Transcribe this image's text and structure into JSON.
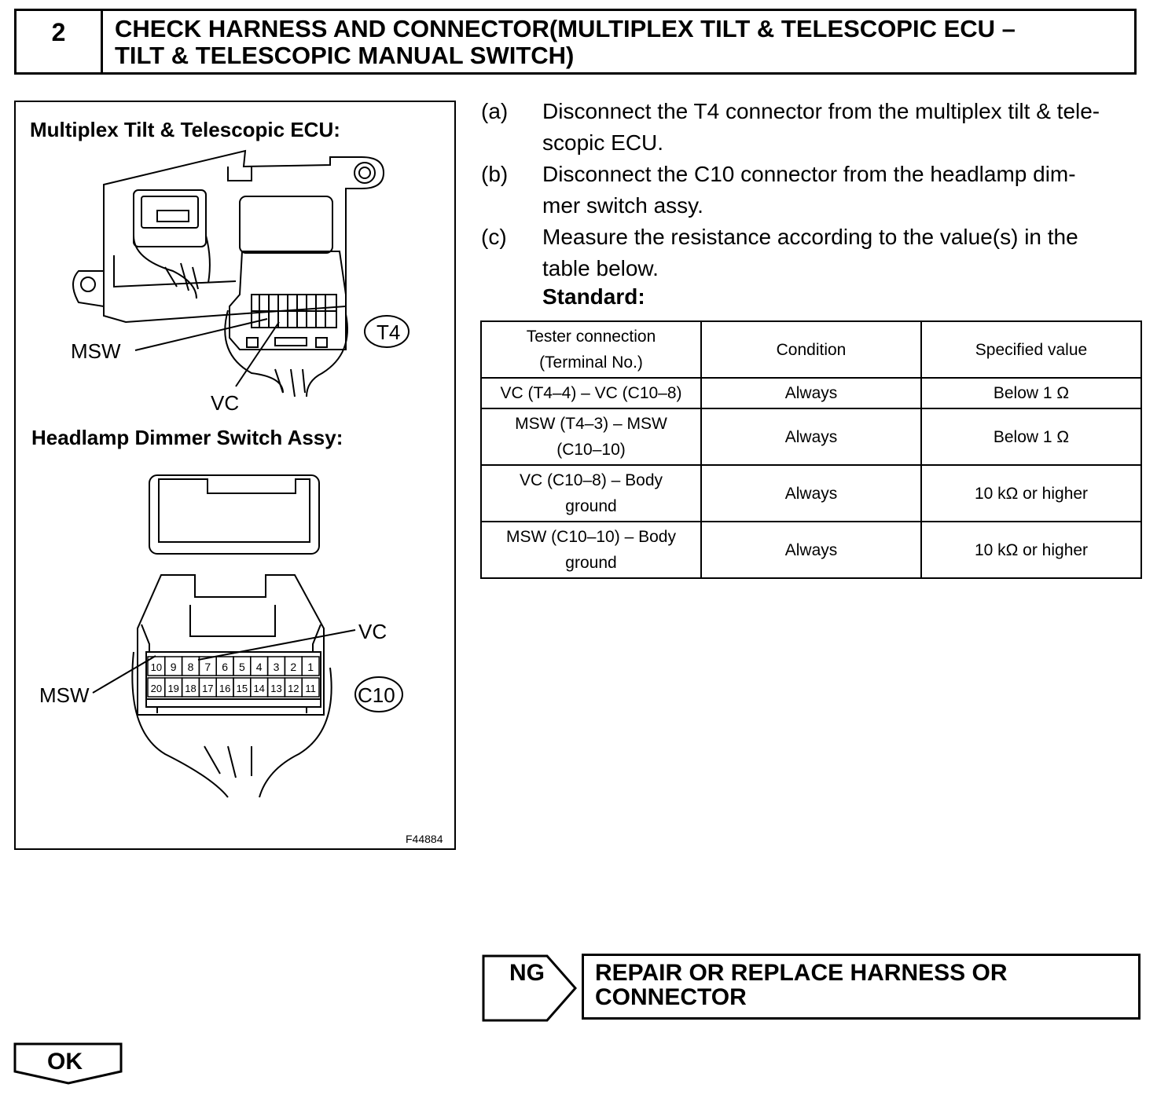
{
  "header": {
    "step_number": "2",
    "title_line1": "CHECK HARNESS AND CONNECTOR(MULTIPLEX TILT & TELESCOPIC ECU –",
    "title_line2": "TILT & TELESCOPIC MANUAL SWITCH)"
  },
  "figure": {
    "ecu_heading": "Multiplex Tilt & Telescopic ECU:",
    "msw_label_top": "MSW",
    "vc_label_top": "VC",
    "t4_label": "T4",
    "dimmer_heading": "Headlamp Dimmer Switch Assy:",
    "vc_label_bottom": "VC",
    "msw_label_bottom": "MSW",
    "c10_label": "C10",
    "pins_top": [
      "10",
      "9",
      "8",
      "7",
      "6",
      "5",
      "4",
      "3",
      "2",
      "1"
    ],
    "pins_bottom": [
      "20",
      "19",
      "18",
      "17",
      "16",
      "15",
      "14",
      "13",
      "12",
      "11"
    ],
    "figure_code": "F44884"
  },
  "steps": [
    {
      "letter": "(a)",
      "line1": "Disconnect the T4 connector from the multiplex tilt & tele-",
      "line2": "scopic ECU."
    },
    {
      "letter": "(b)",
      "line1": "Disconnect the C10 connector from the headlamp dim-",
      "line2": "mer switch assy."
    },
    {
      "letter": "(c)",
      "line1": "Measure the resistance according to the value(s) in the",
      "line2": "table below."
    }
  ],
  "standard_label": "Standard:",
  "table": {
    "headers": {
      "h1a": "Tester connection",
      "h1b": "(Terminal No.)",
      "h2": "Condition",
      "h3": "Specified value"
    },
    "rows": [
      {
        "conn_a": "VC (T4–4) – VC (C10–8)",
        "conn_b": "",
        "condition": "Always",
        "value": "Below 1 Ω"
      },
      {
        "conn_a": "MSW (T4–3) – MSW",
        "conn_b": "(C10–10)",
        "condition": "Always",
        "value": "Below 1 Ω"
      },
      {
        "conn_a": "VC (C10–8) – Body",
        "conn_b": "ground",
        "condition": "Always",
        "value": "10 kΩ or higher"
      },
      {
        "conn_a": "MSW (C10–10) – Body",
        "conn_b": "ground",
        "condition": "Always",
        "value": "10 kΩ or higher"
      }
    ]
  },
  "ng": {
    "label": "NG",
    "action_line1": "REPAIR OR REPLACE HARNESS OR",
    "action_line2": "CONNECTOR"
  },
  "ok": {
    "label": "OK"
  }
}
